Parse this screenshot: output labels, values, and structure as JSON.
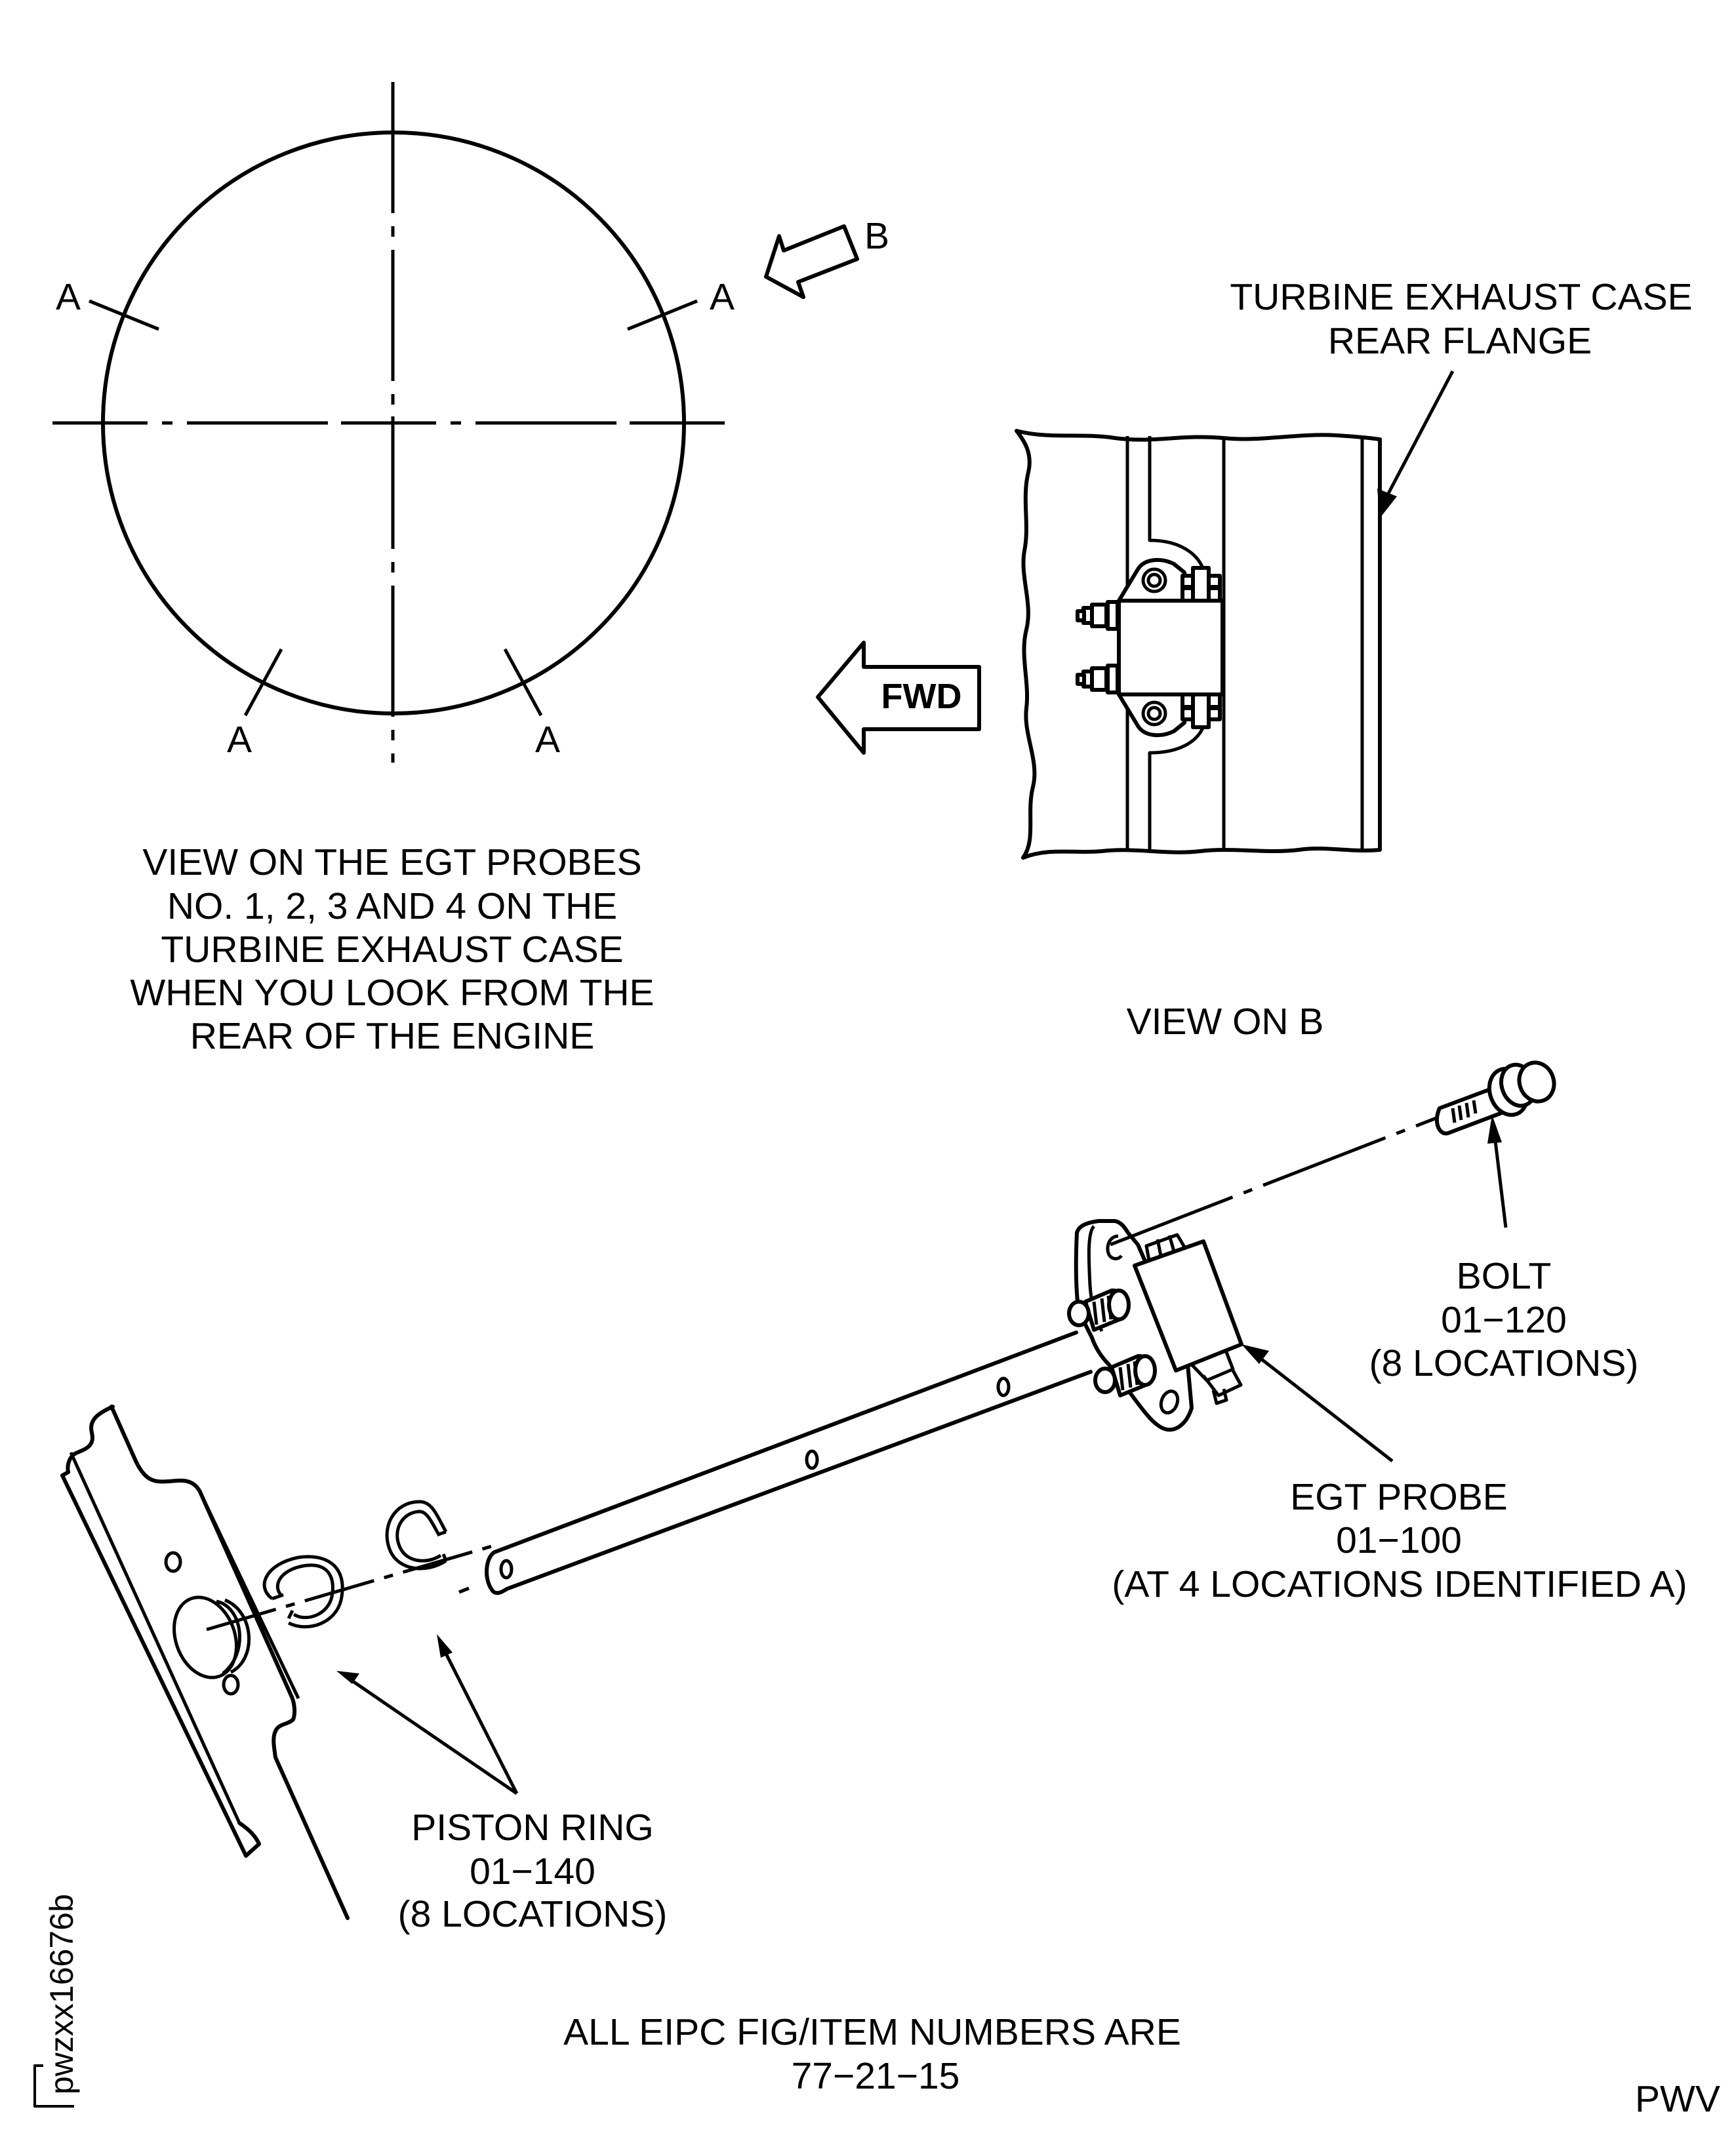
{
  "figure_id": "pwzxx16676b",
  "corner_mark": "PWV",
  "rear_view": {
    "position_marker": "A",
    "caption_lines": [
      "VIEW ON THE EGT PROBES",
      "NO. 1, 2, 3 AND 4 ON THE",
      "TURBINE EXHAUST CASE",
      "WHEN YOU LOOK FROM THE",
      "REAR OF THE ENGINE"
    ]
  },
  "view_arrow": {
    "label": "B"
  },
  "view_on_b": {
    "caption": "VIEW ON B",
    "forward_arrow_label": "FWD",
    "flange_callout_lines": [
      "TURBINE EXHAUST CASE",
      "REAR FLANGE"
    ]
  },
  "callouts": {
    "bolt": {
      "name": "BOLT",
      "item": "01−120",
      "qty": "(8 LOCATIONS)"
    },
    "egt_probe": {
      "name": "EGT PROBE",
      "item": "01−100",
      "qty": "(AT 4 LOCATIONS IDENTIFIED A)"
    },
    "piston_ring": {
      "name": "PISTON RING",
      "item": "01−140",
      "qty": "(8 LOCATIONS)"
    }
  },
  "footer": {
    "lines": [
      "ALL EIPC FIG/ITEM NUMBERS ARE",
      "77−21−15"
    ]
  }
}
